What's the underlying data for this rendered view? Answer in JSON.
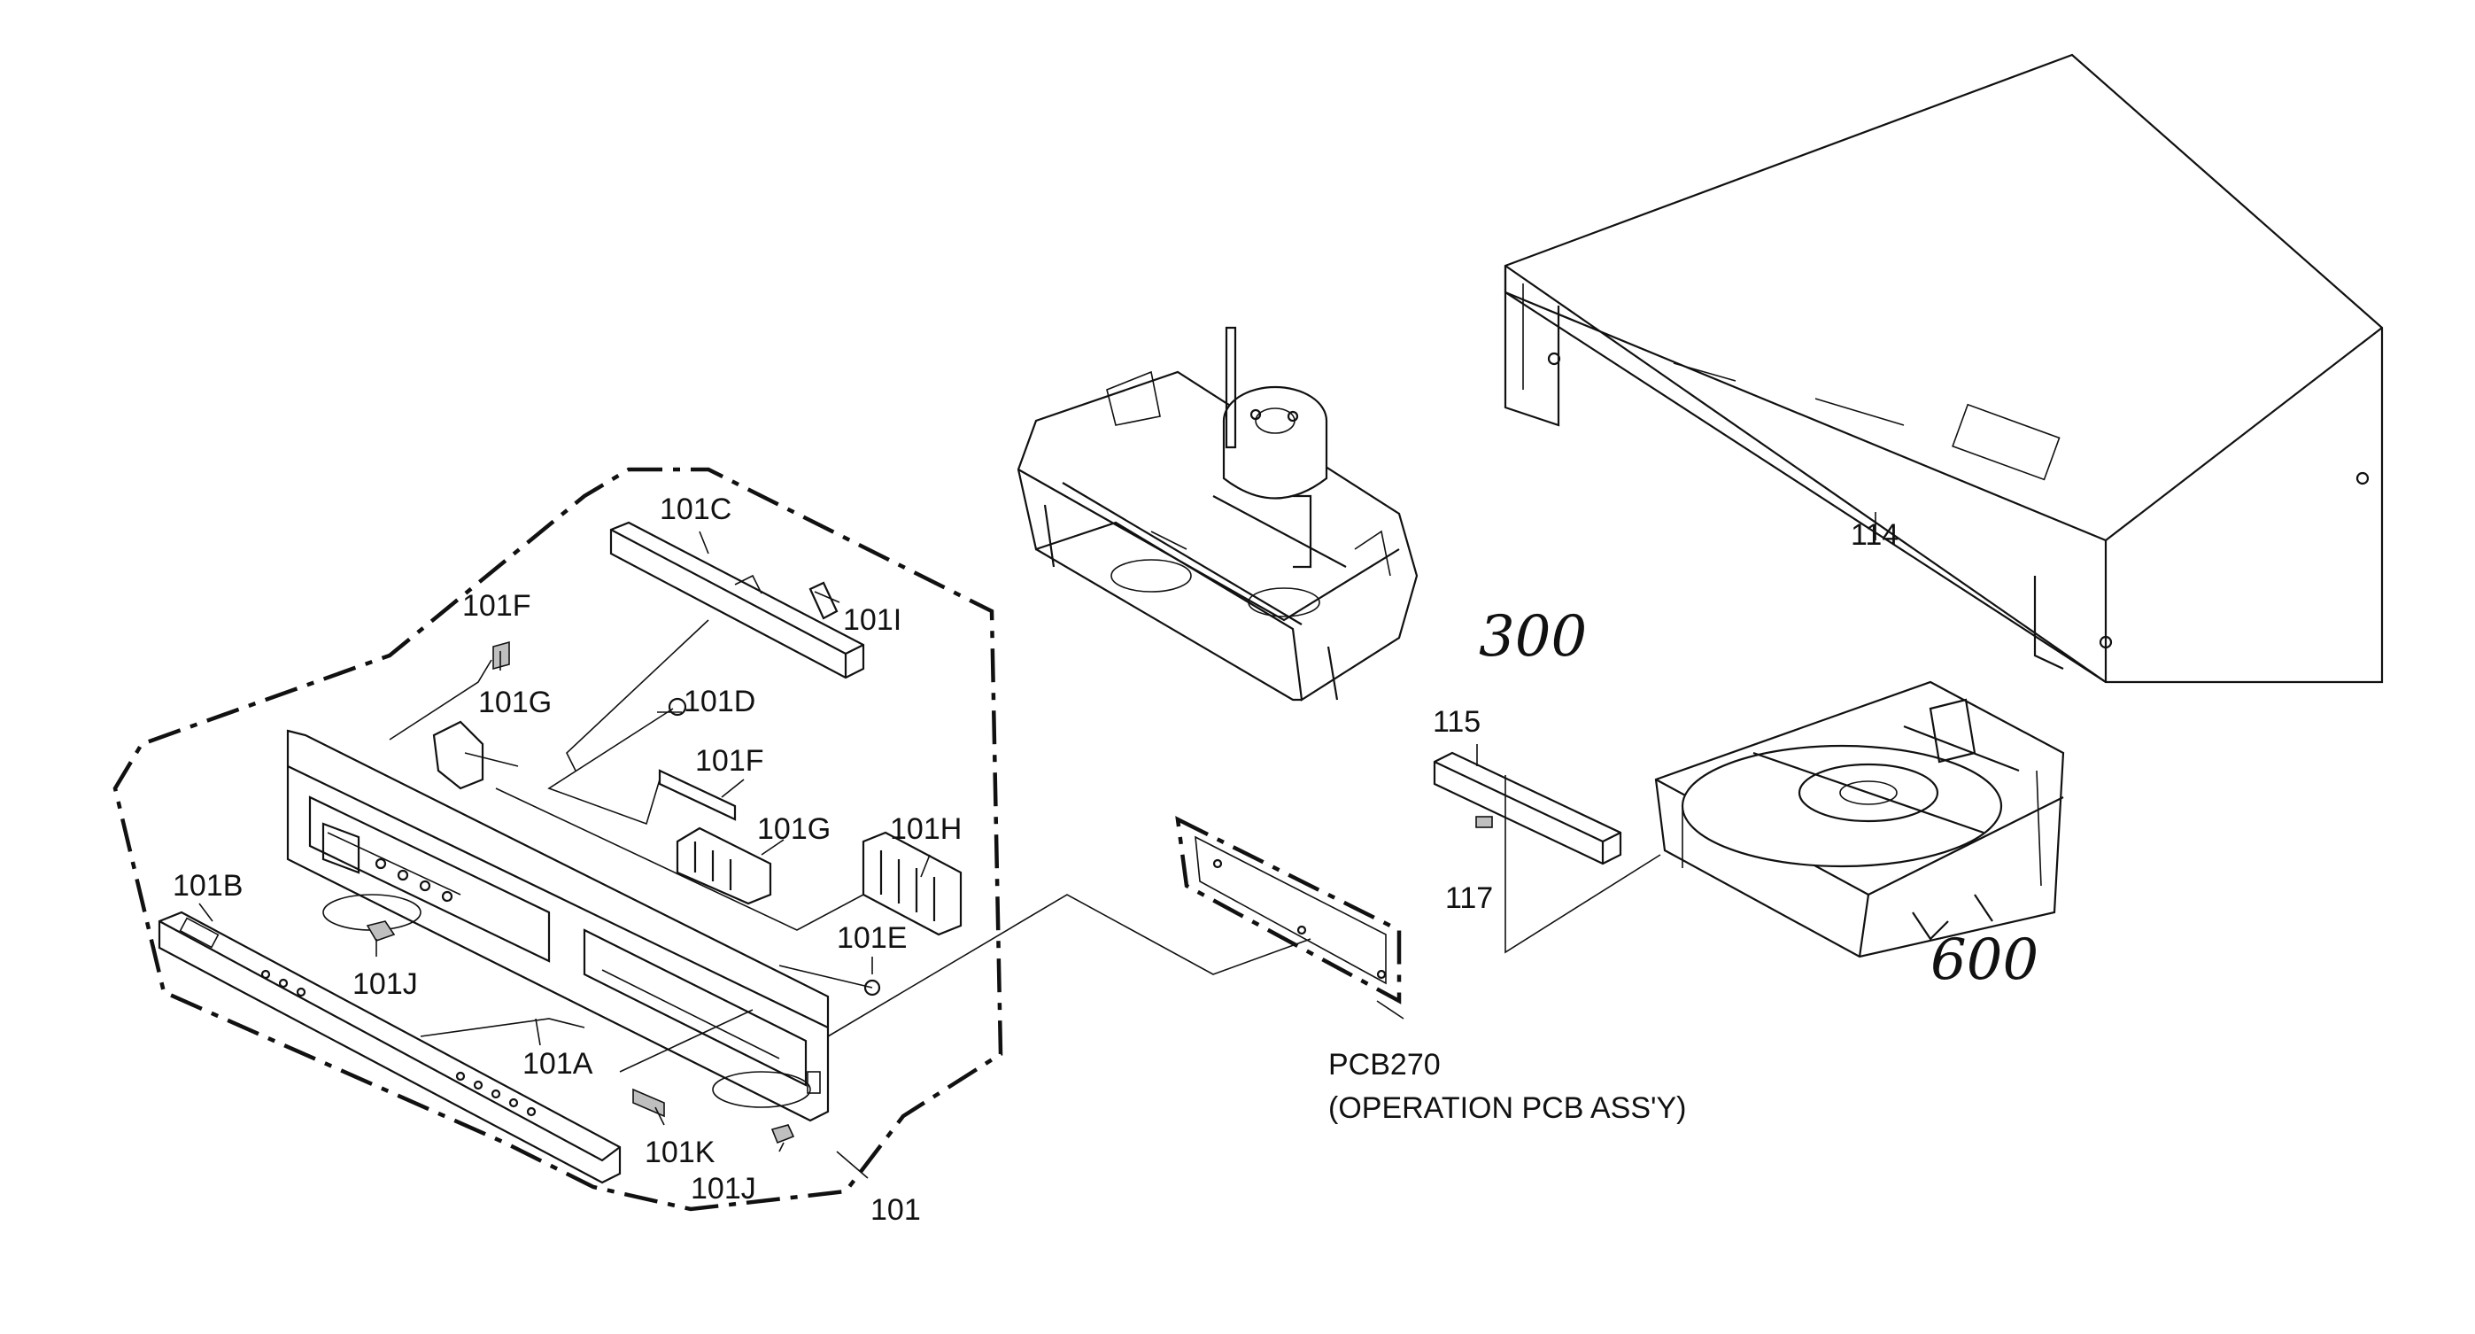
{
  "title": "",
  "labels": {
    "l101C": "101C",
    "l101I": "101I",
    "l101F_a": "101F",
    "l101G_a": "101G",
    "l101D": "101D",
    "l101F_b": "101F",
    "l101G_b": "101G",
    "l101H": "101H",
    "l101B": "101B",
    "l101E": "101E",
    "l101J_a": "101J",
    "l101A": "101A",
    "l101K": "101K",
    "l101J_b": "101J",
    "l101": "101",
    "l114": "114",
    "l115": "115",
    "l117": "117",
    "l300": "300",
    "l600": "600",
    "pcb_id": "PCB270",
    "pcb_desc": "(OPERATION PCB ASS'Y)"
  }
}
